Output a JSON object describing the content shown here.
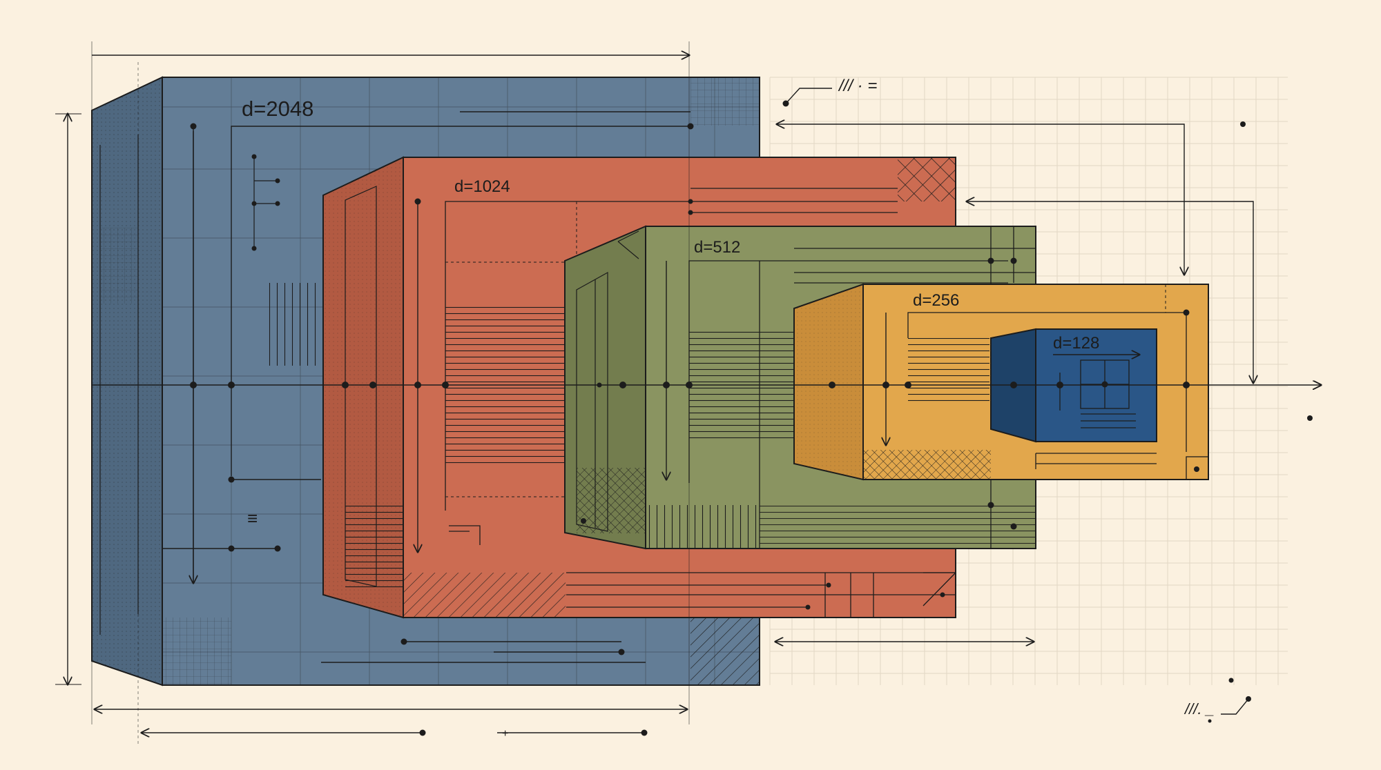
{
  "colors": {
    "background": "#fbf1e0",
    "ink": "#1c1c1c",
    "grid": "#e2d6c4",
    "layer_2048": "#637d96",
    "layer_2048_side": "#4f6880",
    "layer_1024": "#cc6c52",
    "layer_1024_side": "#b25a42",
    "layer_512": "#8a9461",
    "layer_512_side": "#737d4e",
    "layer_256": "#e2a74c",
    "layer_256_side": "#c98d3a",
    "layer_128": "#2a5687",
    "layer_128_side": "#1e4268"
  },
  "layers": [
    {
      "id": "d2048",
      "label": "d=2048"
    },
    {
      "id": "d1024",
      "label": "d=1024"
    },
    {
      "id": "d512",
      "label": "d=512"
    },
    {
      "id": "d256",
      "label": "d=256"
    },
    {
      "id": "d128",
      "label": "d=128"
    }
  ],
  "annotations": {
    "marks_top": "/// · =",
    "marks_bottom": "///. _",
    "small_plus": "+",
    "list_glyph": "≡"
  }
}
